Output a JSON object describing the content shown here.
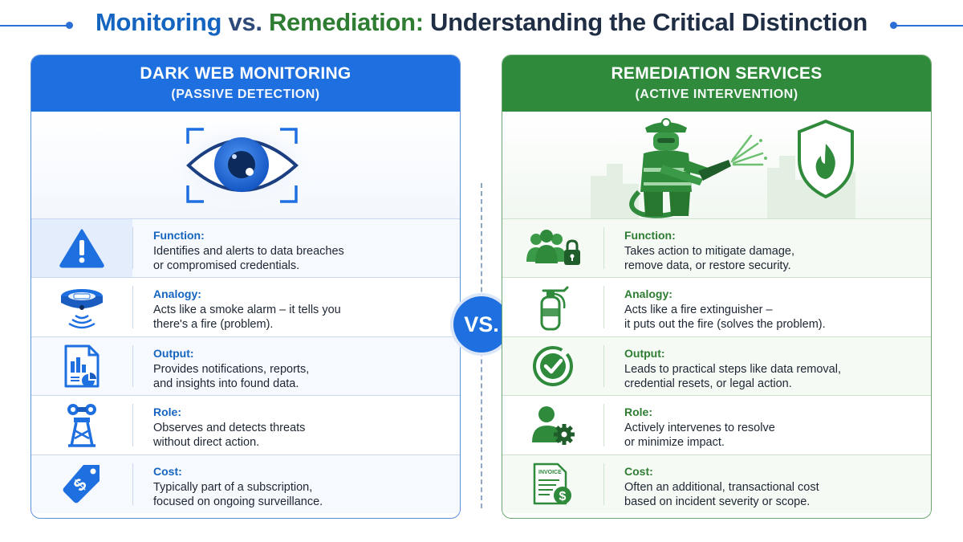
{
  "title": {
    "part1": "Monitoring",
    "part2": " vs. ",
    "part3": "Remediation:",
    "part4": " Understanding the Critical Distinction"
  },
  "vs_label": "VS.",
  "left_panel": {
    "heading": "DARK WEB MONITORING",
    "subheading": "(PASSIVE DETECTION)",
    "illustration_icon": "eye-icon",
    "rows": [
      {
        "icon": "warning-icon",
        "label": "Function:",
        "text": "Identifies and alerts to data breaches\nor compromised credentials."
      },
      {
        "icon": "smoke-alarm-icon",
        "label": "Analogy:",
        "text": "Acts like a smoke alarm – it tells you\nthere's a fire (problem)."
      },
      {
        "icon": "report-document-icon",
        "label": "Output:",
        "text": "Provides notifications, reports,\nand insights into found data."
      },
      {
        "icon": "watchtower-binoculars-icon",
        "label": "Role:",
        "text": "Observes and detects threats\nwithout direct action."
      },
      {
        "icon": "price-tag-icon",
        "label": "Cost:",
        "text": "Typically part of a subscription,\nfocused on ongoing surveillance."
      }
    ]
  },
  "right_panel": {
    "heading": "REMEDIATION SERVICES",
    "subheading": "(ACTIVE INTERVENTION)",
    "illustration_icon": "firefighter-icon",
    "rows": [
      {
        "icon": "users-lock-icon",
        "label": "Function:",
        "text": "Takes action to mitigate damage,\nremove data, or restore security."
      },
      {
        "icon": "fire-extinguisher-icon",
        "label": "Analogy:",
        "text": "Acts like a fire extinguisher –\nit puts out the fire (solves the problem)."
      },
      {
        "icon": "check-circle-icon",
        "label": "Output:",
        "text": "Leads to practical steps like data removal,\ncredential resets, or legal action."
      },
      {
        "icon": "user-gear-icon",
        "label": "Role:",
        "text": "Actively intervenes to resolve\nor minimize impact."
      },
      {
        "icon": "invoice-icon",
        "label": "Cost:",
        "text": "Often an additional, transactional cost\nbased on incident severity or scope."
      }
    ],
    "invoice_text": "INVOICE"
  },
  "colors": {
    "blue": "#1e6fe0",
    "green": "#2f8a3c",
    "dark_text": "#1f2e45"
  }
}
